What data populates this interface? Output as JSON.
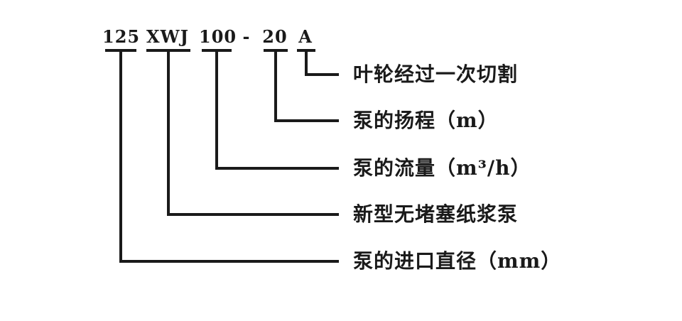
{
  "code": {
    "segments": [
      {
        "text": "125"
      },
      {
        "text": "XWJ"
      },
      {
        "text": "100"
      },
      {
        "text": "-"
      },
      {
        "text": "20"
      },
      {
        "text": "A"
      }
    ]
  },
  "rows": [
    {
      "code_part": "A",
      "label": "叶轮经过一次切割"
    },
    {
      "code_part": "20",
      "label": "泵的扬程（m）"
    },
    {
      "code_part": "100",
      "label": "泵的流量（m³/h）"
    },
    {
      "code_part": "XWJ",
      "label": "新型无堵塞纸浆泵"
    },
    {
      "code_part": "125",
      "label": "泵的进口直径（mm）"
    }
  ],
  "colors": {
    "ink": "#1a1a1a",
    "background": "#ffffff"
  }
}
